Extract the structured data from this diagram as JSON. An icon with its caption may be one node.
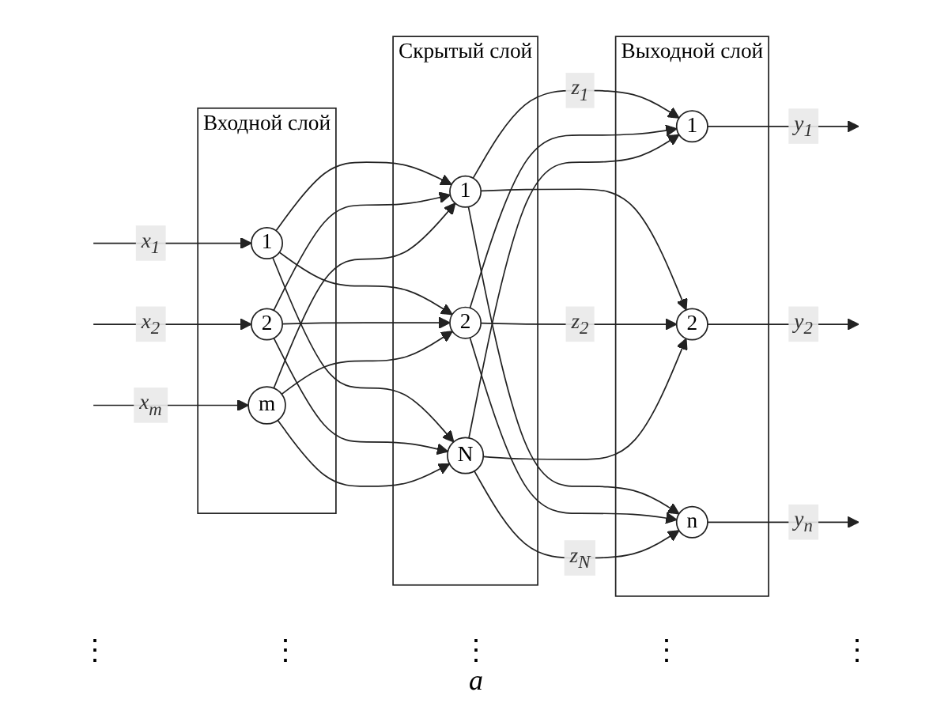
{
  "diagram": {
    "caption": "a",
    "nodes": [
      {
        "text": [
          "Входной слой"
        ]
      },
      {
        "text": [
          "1"
        ],
        "in": 0
      },
      {
        "text": [
          "2"
        ],
        "in": 0
      },
      {
        "text": [
          "m"
        ],
        "in": 0
      },
      {
        "text": [
          "Скрытый слой"
        ]
      },
      {
        "text": [
          "1"
        ],
        "in": 4
      },
      {
        "text": [
          "2"
        ],
        "in": 4
      },
      {
        "text": [
          "N"
        ],
        "in": 4
      },
      {
        "text": [
          "Выходной слой"
        ]
      },
      {
        "text": [
          "1"
        ],
        "in": 8
      },
      {
        "text": [
          "2"
        ],
        "in": 8
      },
      {
        "text": [
          "n"
        ],
        "in": 8
      }
    ],
    "edges": [
      {
        "from": null,
        "to": 1,
        "arrow": "to",
        "label": "x$_{1}$"
      },
      {
        "from": null,
        "to": 2,
        "arrow": "to",
        "label": "x$_{2}$"
      },
      {
        "from": null,
        "to": 3,
        "arrow": "to",
        "label": "x$_{m}$"
      },
      {
        "from": 1,
        "to": 5,
        "arrow": "to"
      },
      {
        "from": 1,
        "to": 6,
        "arrow": "to"
      },
      {
        "from": 1,
        "to": 7,
        "arrow": "to"
      },
      {
        "from": 2,
        "to": 5,
        "arrow": "to"
      },
      {
        "from": 2,
        "to": 6,
        "arrow": "to"
      },
      {
        "from": 2,
        "to": 7,
        "arrow": "to"
      },
      {
        "from": 3,
        "to": 5,
        "arrow": "to"
      },
      {
        "from": 3,
        "to": 6,
        "arrow": "to"
      },
      {
        "from": 3,
        "to": 7,
        "arrow": "to"
      },
      {
        "from": 5,
        "to": 9,
        "arrow": "to",
        "label": "z$_{1}$"
      },
      {
        "from": 5,
        "to": 10,
        "arrow": "to"
      },
      {
        "from": 5,
        "to": 11,
        "arrow": "to"
      },
      {
        "from": 6,
        "to": 9,
        "arrow": "to"
      },
      {
        "from": 6,
        "to": 10,
        "arrow": "to",
        "label": "z$_{2}$"
      },
      {
        "from": 6,
        "to": 11,
        "arrow": "to"
      },
      {
        "from": 7,
        "to": 9,
        "arrow": "to"
      },
      {
        "from": 7,
        "to": 10,
        "arrow": "to"
      },
      {
        "from": 7,
        "to": 11,
        "arrow": "to",
        "label": "z$_{N}$"
      },
      {
        "from": 9,
        "to": null,
        "arrow": "to",
        "label": "y$_{1}$"
      },
      {
        "from": 10,
        "to": null,
        "arrow": "to",
        "label": "y$_{2}$"
      },
      {
        "from": 11,
        "to": null,
        "arrow": "to",
        "label": "y$_{n}$"
      }
    ],
    "labels": [
      "⋮",
      "⋮",
      "⋮",
      "⋮",
      "⋮"
    ]
  }
}
